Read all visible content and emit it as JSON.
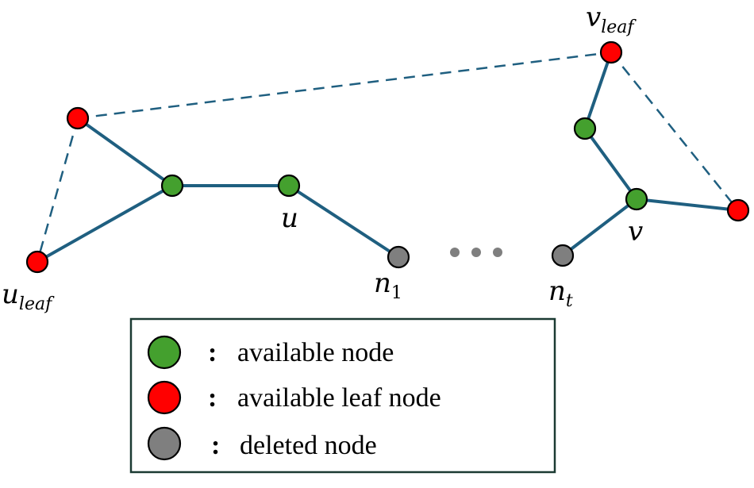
{
  "colors": {
    "available": "#44a02e",
    "leaf": "#ff0000",
    "deleted": "#7f7f7f",
    "edge": "#1f5f80"
  },
  "labels": {
    "u": "u",
    "u_leaf_main": "u",
    "u_leaf_sub": "leaf",
    "v": "v",
    "v_leaf_main": "v",
    "v_leaf_sub": "leaf",
    "n1_main": "n",
    "n1_sub": "1",
    "nt_main": "n",
    "nt_sub": "t"
  },
  "legend": {
    "colon": ":",
    "items": [
      {
        "type": "available",
        "text": "available node"
      },
      {
        "type": "leaf",
        "text": "available leaf node"
      },
      {
        "type": "deleted",
        "text": "deleted node"
      }
    ]
  }
}
